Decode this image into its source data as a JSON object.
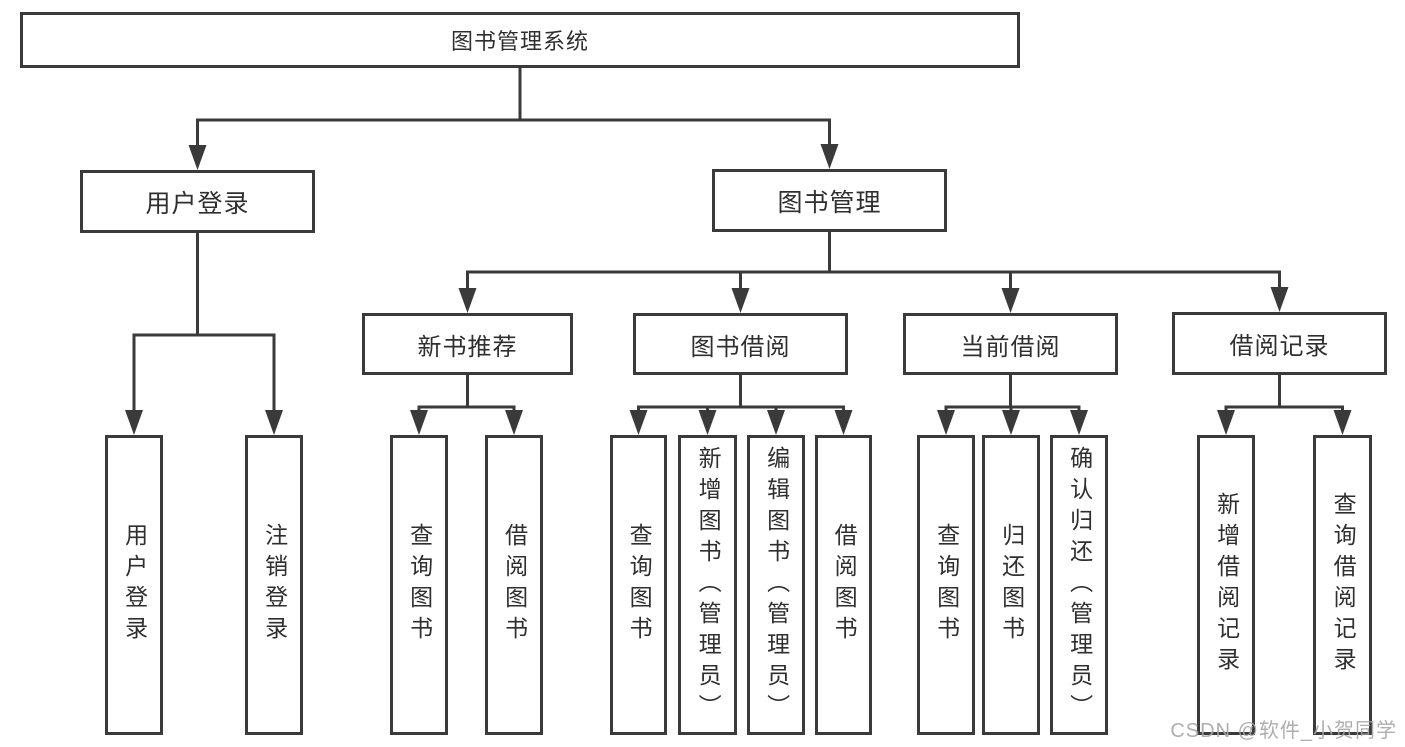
{
  "diagram_title": "图书管理系统",
  "tree": {
    "root": {
      "label": "图书管理系统"
    },
    "children": [
      {
        "label": "用户登录",
        "children": [
          {
            "label": "用户登录"
          },
          {
            "label": "注销登录"
          }
        ]
      },
      {
        "label": "图书管理",
        "children": [
          {
            "label": "新书推荐",
            "children": [
              {
                "label": "查询图书"
              },
              {
                "label": "借阅图书"
              }
            ]
          },
          {
            "label": "图书借阅",
            "children": [
              {
                "label": "查询图书"
              },
              {
                "label": "新增图书（管理员）"
              },
              {
                "label": "编辑图书（管理员）"
              },
              {
                "label": "借阅图书"
              }
            ]
          },
          {
            "label": "当前借阅",
            "children": [
              {
                "label": "查询图书"
              },
              {
                "label": "归还图书"
              },
              {
                "label": "确认归还（管理员）"
              }
            ]
          },
          {
            "label": "借阅记录",
            "children": [
              {
                "label": "新增借阅记录"
              },
              {
                "label": "查询借阅记录"
              }
            ]
          }
        ]
      }
    ]
  },
  "watermark": "CSDN @软件_小贺同学",
  "colors": {
    "line": "#3a3a3a",
    "border": "#3a3a3a",
    "text": "#2f2f2f",
    "watermark": "#a6a6a6",
    "background": "#ffffff"
  }
}
